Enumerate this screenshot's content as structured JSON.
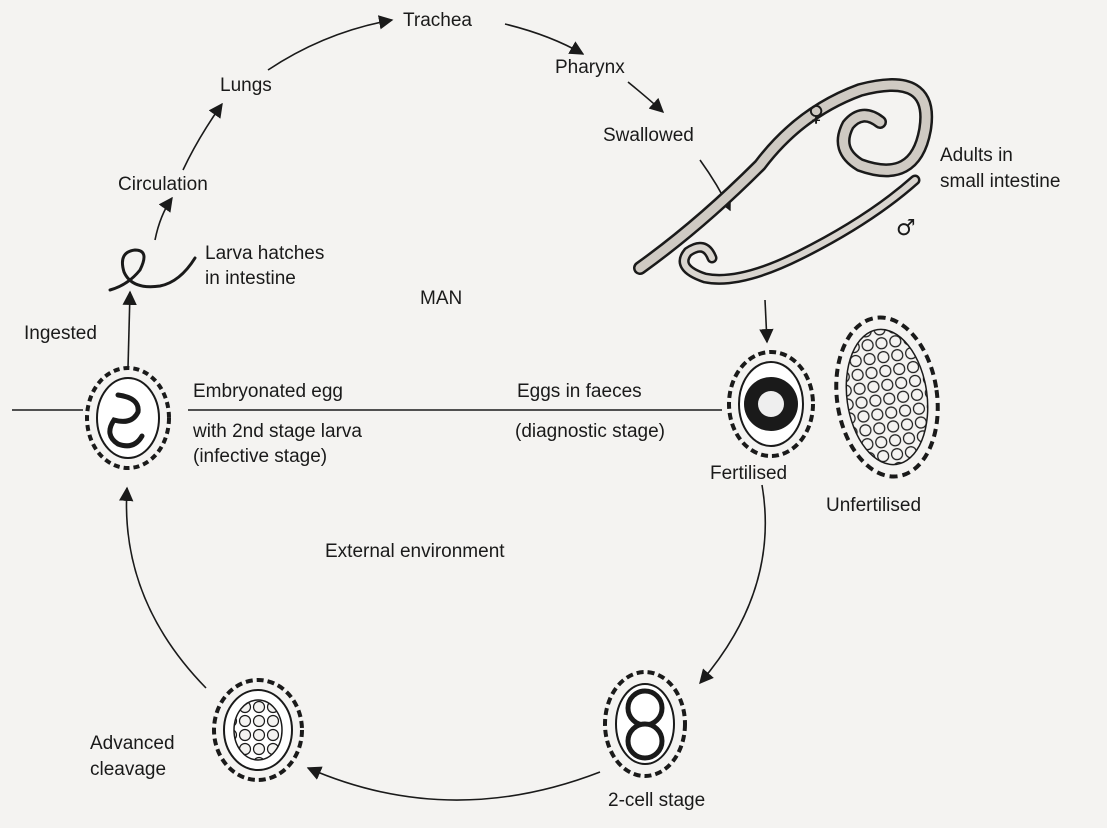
{
  "center_label": "MAN",
  "environment_label": "External environment",
  "stages": {
    "trachea": "Trachea",
    "pharynx": "Pharynx",
    "lungs": "Lungs",
    "swallowed": "Swallowed",
    "circulation": "Circulation",
    "larva_hatches_1": "Larva hatches",
    "larva_hatches_2": "in intestine",
    "ingested": "Ingested",
    "adults_1": "Adults in",
    "adults_2": "small intestine",
    "female_symbol": "♀",
    "male_symbol": "♂",
    "embryonated_1": "Embryonated egg",
    "embryonated_2": "with 2nd stage larva",
    "embryonated_3": "(infective stage)",
    "eggs_faeces_1": "Eggs in faeces",
    "eggs_faeces_2": "(diagnostic stage)",
    "fertilised": "Fertilised",
    "unfertilised": "Unfertilised",
    "advanced_1": "Advanced",
    "advanced_2": "cleavage",
    "two_cell": "2-cell stage"
  },
  "colors": {
    "ink": "#1a1a1a",
    "paper": "#f4f3f1"
  }
}
